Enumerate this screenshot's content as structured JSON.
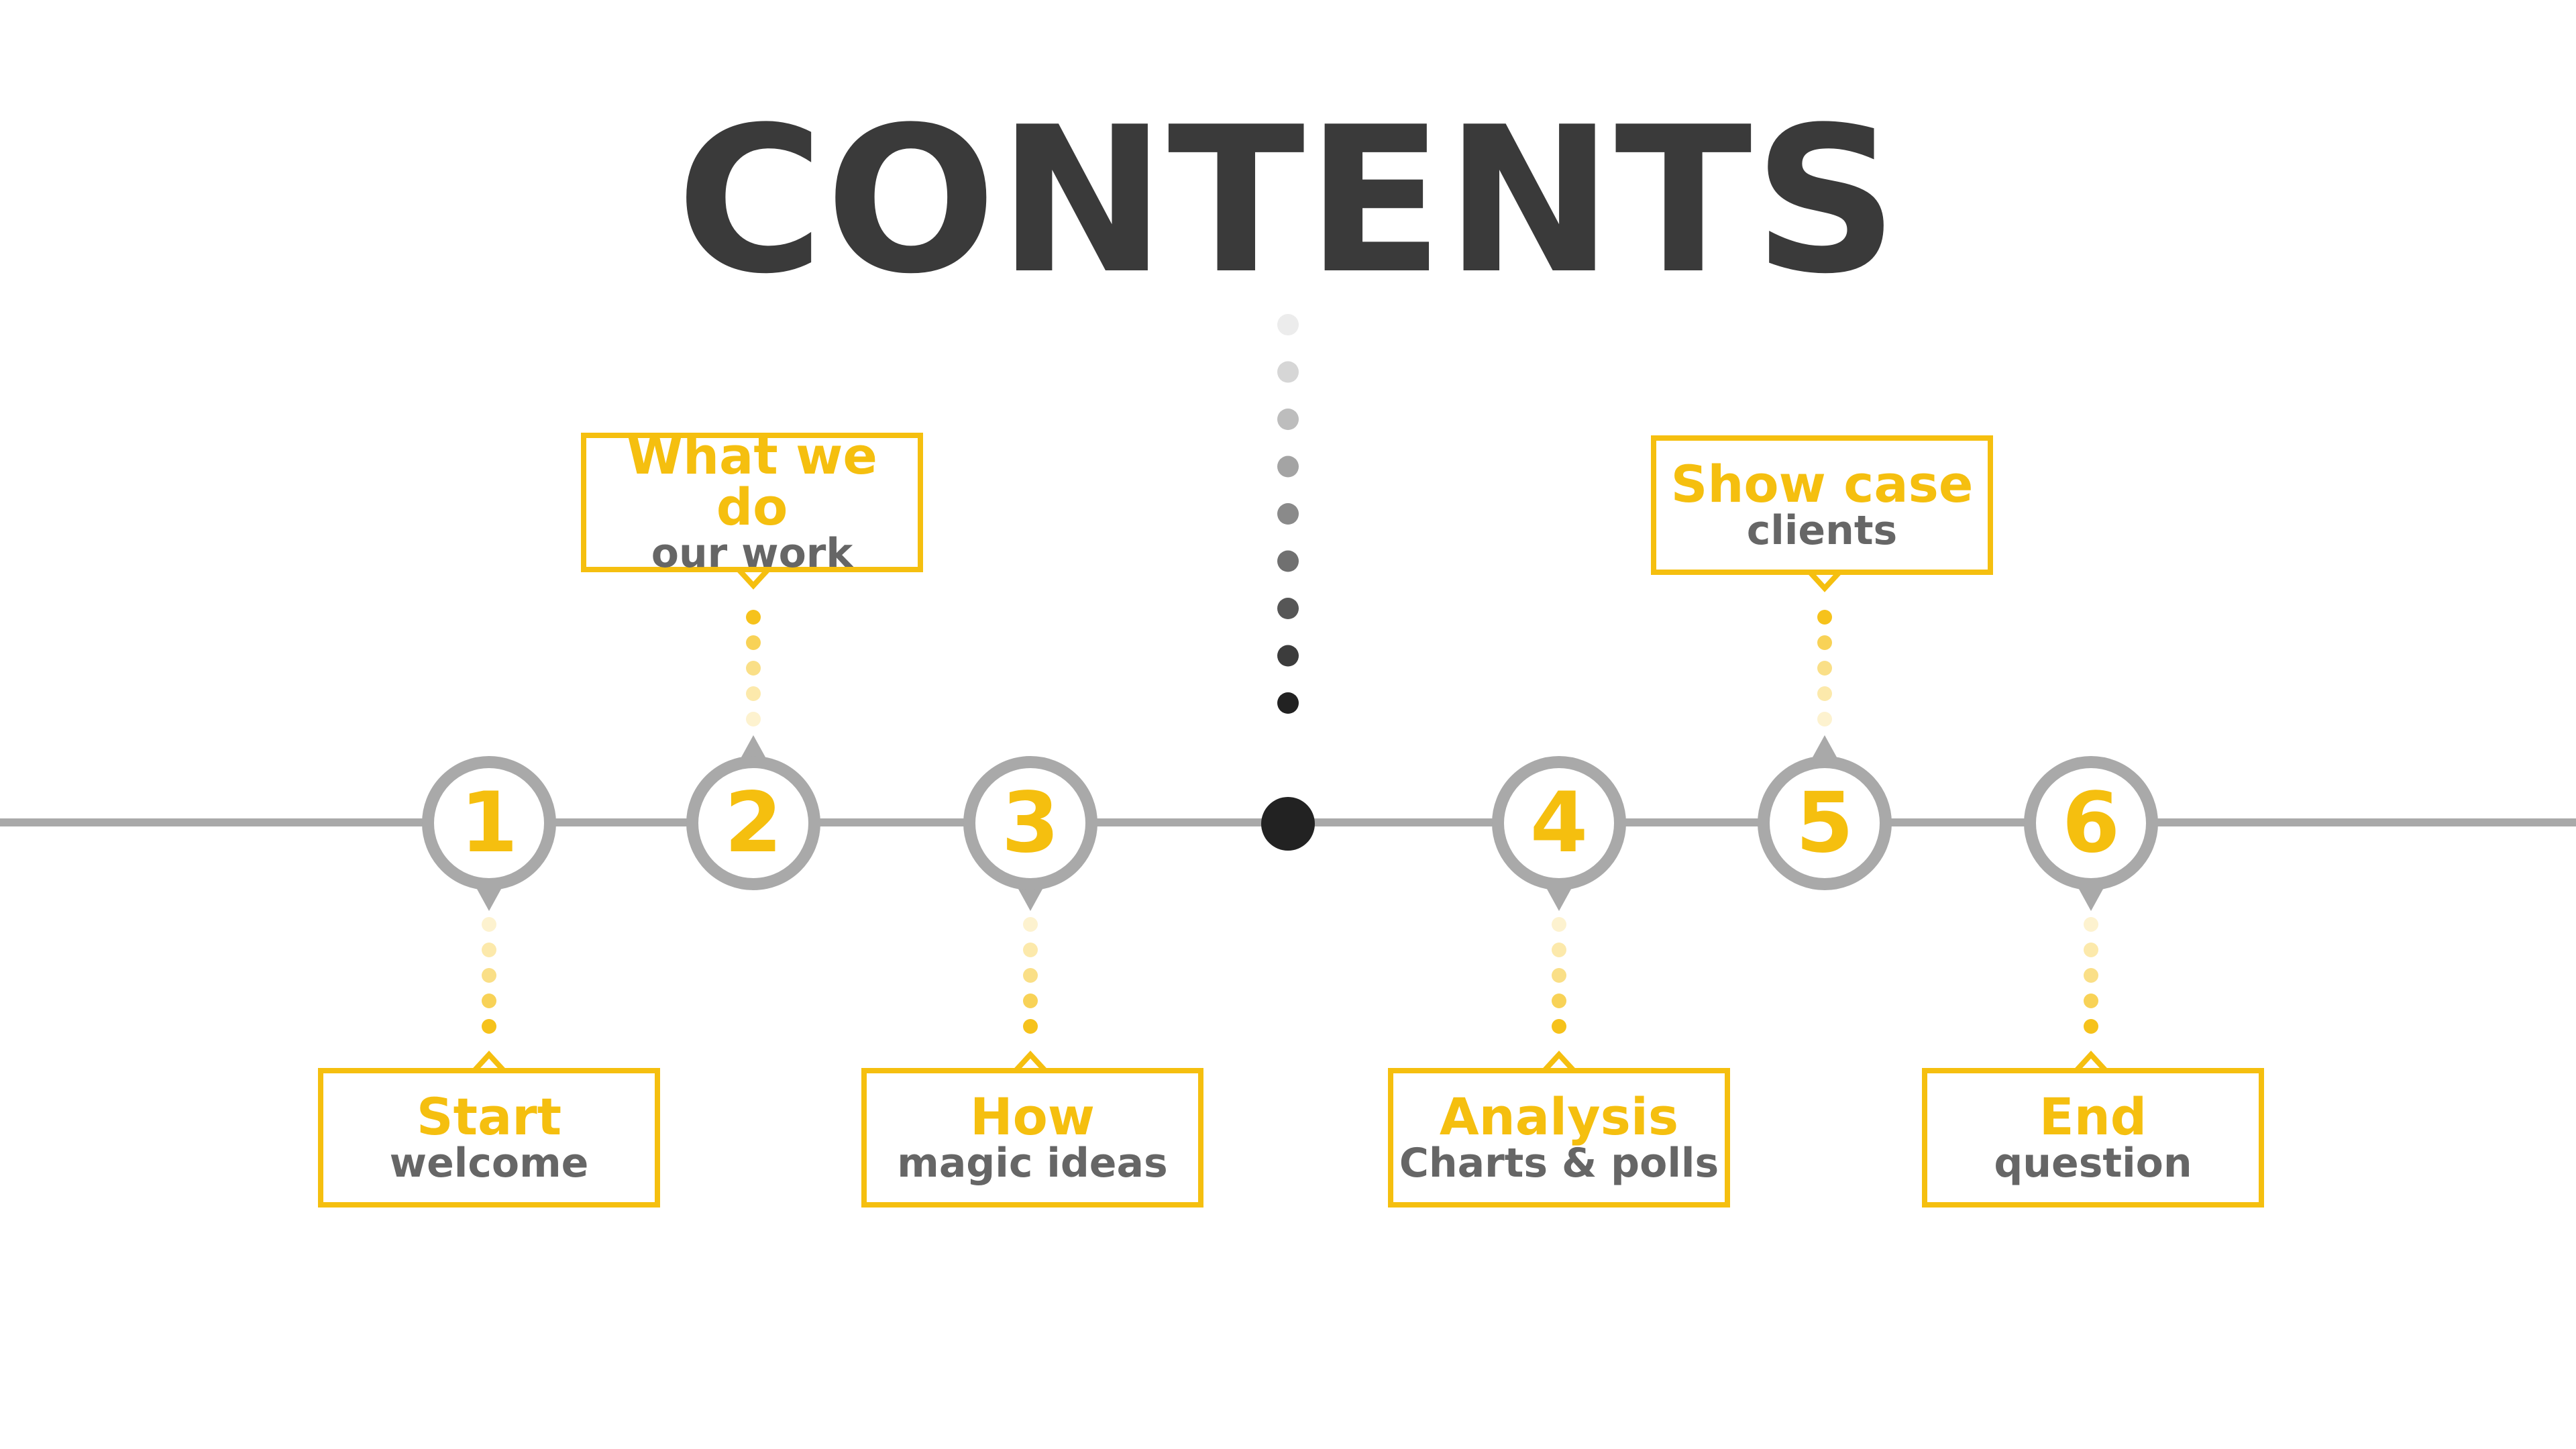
{
  "title": "CONTENTS",
  "colors": {
    "accent": "#f5bf0f",
    "line": "#a9a9a9",
    "title": "#3a3a3a",
    "subtext": "#666666",
    "center_dot": "#222222"
  },
  "items": [
    {
      "number": "1",
      "label": "Start",
      "sublabel": "welcome"
    },
    {
      "number": "2",
      "label": "What we do",
      "sublabel": "our work"
    },
    {
      "number": "3",
      "label": "How",
      "sublabel": "magic ideas"
    },
    {
      "number": "4",
      "label": "Analysis",
      "sublabel": "Charts & polls"
    },
    {
      "number": "5",
      "label": "Show case",
      "sublabel": "clients"
    },
    {
      "number": "6",
      "label": "End",
      "sublabel": "question"
    }
  ]
}
